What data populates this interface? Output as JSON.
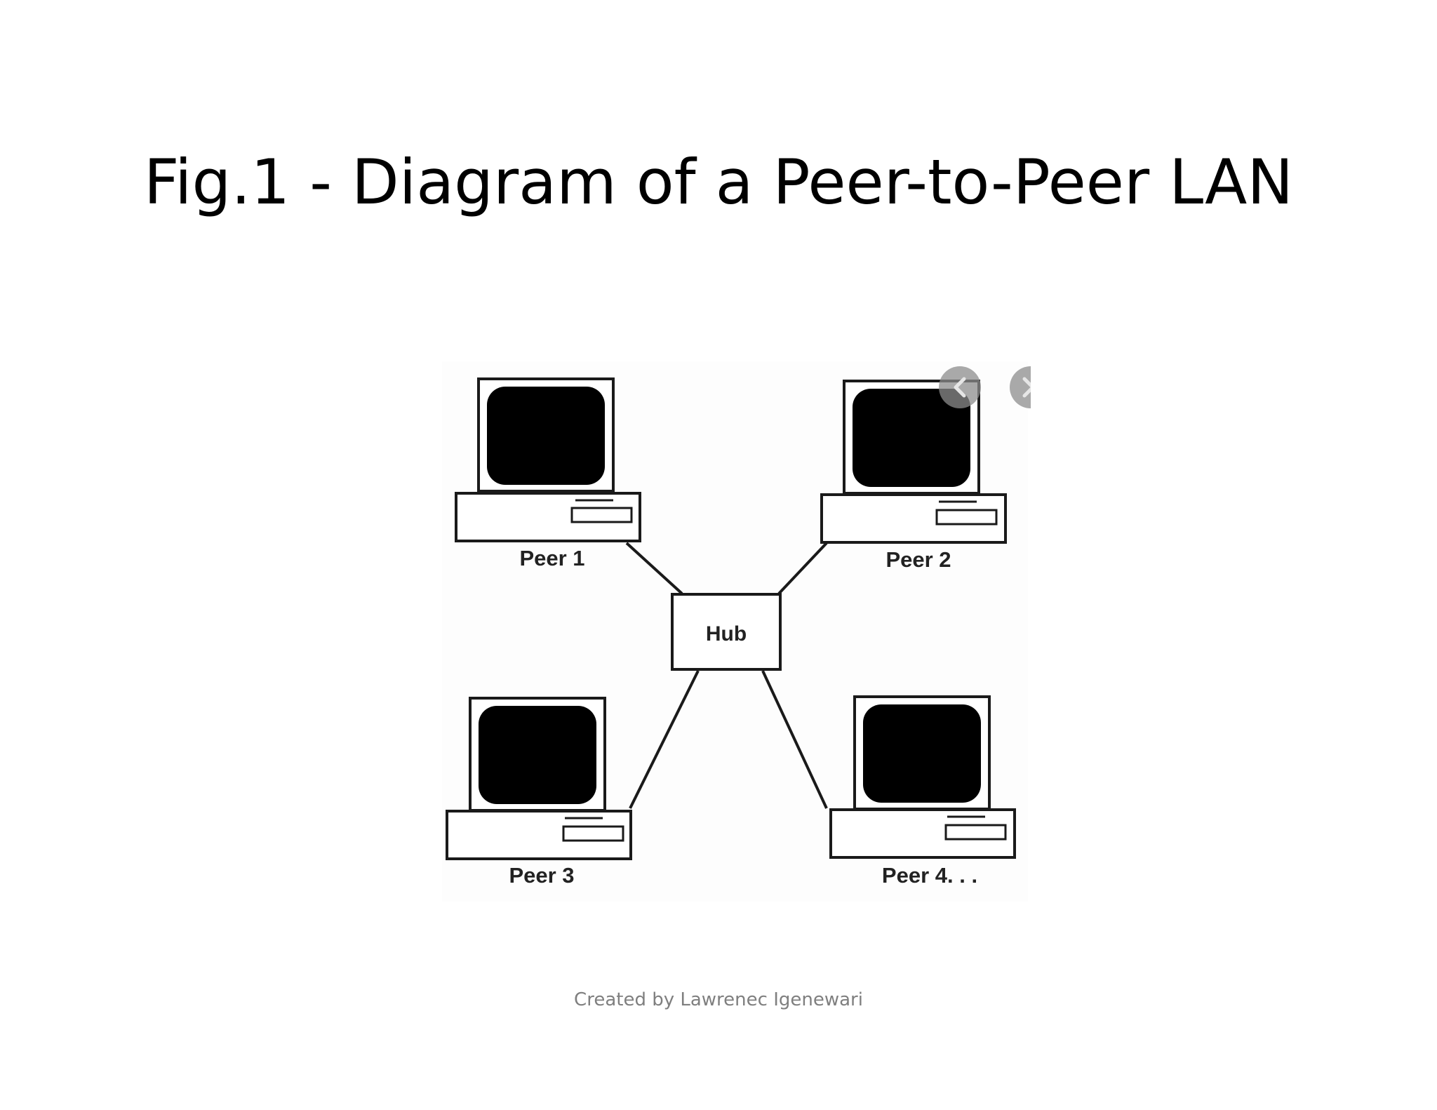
{
  "slide": {
    "title": "Fig.1 - Diagram of a Peer-to-Peer LAN",
    "credit": "Created by Lawrenec Igenewari"
  },
  "diagram": {
    "hub": {
      "label": "Hub"
    },
    "peers": [
      {
        "label": "Peer 1"
      },
      {
        "label": "Peer 2"
      },
      {
        "label": "Peer 3"
      },
      {
        "label": "Peer 4. . ."
      }
    ],
    "links": [
      {
        "from": "Hub",
        "to": "Peer 1"
      },
      {
        "from": "Hub",
        "to": "Peer 2"
      },
      {
        "from": "Hub",
        "to": "Peer 3"
      },
      {
        "from": "Hub",
        "to": "Peer 4. . ."
      }
    ],
    "overlay_icons": [
      "chevron-left-icon",
      "chevron-right-icon"
    ]
  }
}
